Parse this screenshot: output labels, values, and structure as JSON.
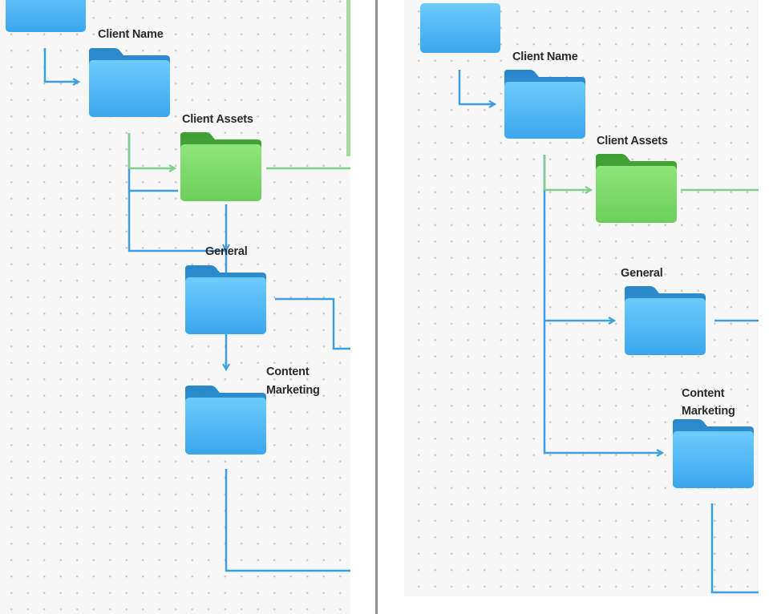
{
  "panels": {
    "left": {
      "labels": {
        "client_name": "Client Name",
        "client_assets": "Client Assets",
        "general": "General",
        "content_marketing_line1": "Content",
        "content_marketing_line2": "Marketing"
      }
    },
    "right": {
      "labels": {
        "client_name": "Client Name",
        "client_assets": "Client Assets",
        "general": "General",
        "content_marketing_line1": "Content",
        "content_marketing_line2": "Marketing"
      }
    }
  },
  "colors": {
    "canvas": "#f7f7f7",
    "grid_dot": "#c9c9c9",
    "blue_connector": "#3d9fe0",
    "green_connector": "#7fd08a",
    "blue_folder": "#4fb6f2",
    "green_folder": "#7fd96a"
  },
  "icons": {
    "folder_blue": "folder-blue-icon",
    "folder_green": "folder-green-icon"
  }
}
